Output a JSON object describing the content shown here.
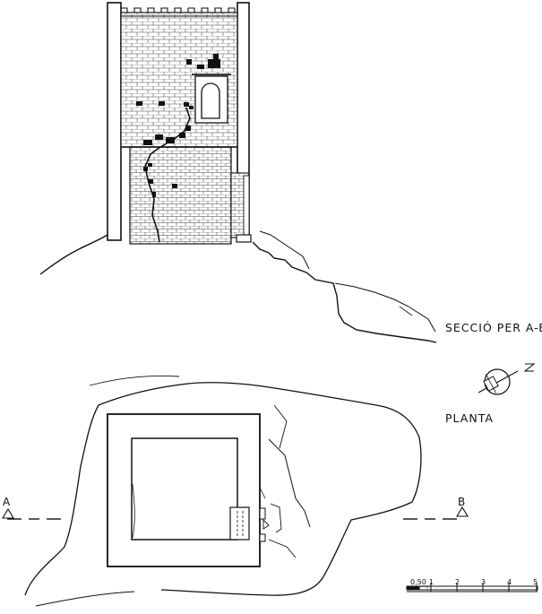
{
  "labels": {
    "section_title": "SECCIÓ PER A-B",
    "plan_title": "PLANTA",
    "cut_a": "A",
    "cut_b": "B",
    "north": "N"
  },
  "scale_bar": {
    "ticks": [
      "0,50",
      "1",
      "2",
      "3",
      "4",
      "5"
    ]
  },
  "colors": {
    "ink": "#111111",
    "paper": "#ffffff"
  },
  "icons": {
    "north_arrow": "compass-rose-icon",
    "section_marker": "triangle-icon"
  }
}
